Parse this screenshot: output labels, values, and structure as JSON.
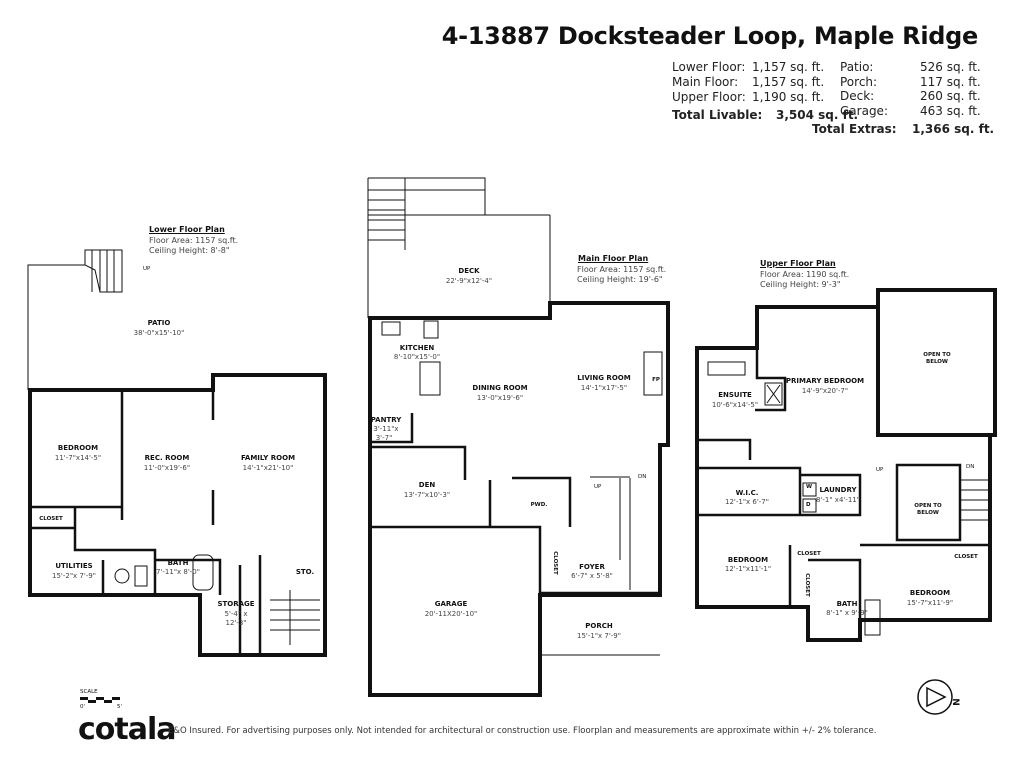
{
  "header": {
    "address": "4-13887 Docksteader Loop, Maple Ridge"
  },
  "areas": {
    "livable": [
      {
        "label": "Lower Floor:",
        "value": "1,157 sq. ft."
      },
      {
        "label": "Main Floor:",
        "value": "1,157 sq. ft."
      },
      {
        "label": "Upper Floor:",
        "value": "1,190 sq. ft."
      }
    ],
    "total_livable": {
      "label": "Total Livable:",
      "value": "3,504 sq. ft."
    },
    "extras": [
      {
        "label": "Patio:",
        "value": "526 sq. ft."
      },
      {
        "label": "Porch:",
        "value": "117 sq. ft."
      },
      {
        "label": "Deck:",
        "value": "260 sq. ft."
      },
      {
        "label": "Garage:",
        "value": "463 sq. ft."
      }
    ],
    "total_extras": {
      "label": "Total Extras:",
      "value": "1,366 sq. ft."
    }
  },
  "lower": {
    "title": "Lower Floor Plan",
    "area": "Floor Area: 1157 sq.ft.",
    "ceiling": "Ceiling Height: 8'-8\"",
    "rooms": [
      {
        "name": "PATIO",
        "dim": "38'-0\"x15'-10\""
      },
      {
        "name": "BEDROOM",
        "dim": "11'-7\"x14'-5\""
      },
      {
        "name": "REC. ROOM",
        "dim": "11'-0\"x19'-6\""
      },
      {
        "name": "FAMILY ROOM",
        "dim": "14'-1\"x21'-10\""
      },
      {
        "name": "CLOSET"
      },
      {
        "name": "UTILITIES",
        "dim": "15'-2\"x 7'-9\""
      },
      {
        "name": "BATH",
        "dim": "7'-11\"x 8'-0\""
      },
      {
        "name": "STORAGE",
        "dim": "5'-4\" x",
        "dim2": "12'-3\""
      },
      {
        "name": "STO."
      }
    ],
    "up": "UP"
  },
  "main": {
    "title": "Main Floor Plan",
    "area": "Floor Area: 1157 sq.ft.",
    "ceiling": "Ceiling Height: 19'-6\"",
    "rooms": [
      {
        "name": "DECK",
        "dim": "22'-9\"x12'-4\""
      },
      {
        "name": "KITCHEN",
        "dim": "8'-10\"x15'-0\""
      },
      {
        "name": "DINING ROOM",
        "dim": "13'-0\"x19'-6\""
      },
      {
        "name": "LIVING ROOM",
        "dim": "14'-1\"x17'-5\""
      },
      {
        "name": "PANTRY",
        "dim": "3'-11\"x",
        "dim2": "3'-7\""
      },
      {
        "name": "DEN",
        "dim": "13'-7\"x10'-3\""
      },
      {
        "name": "PWD."
      },
      {
        "name": "FOYER",
        "dim": "6'-7\" x 5'-8\""
      },
      {
        "name": "CLOSET"
      },
      {
        "name": "GARAGE",
        "dim": "20'-11X20'-10\""
      },
      {
        "name": "PORCH",
        "dim": "15'-1\"x 7'-9\""
      },
      {
        "name": "FP"
      }
    ],
    "up": "UP",
    "dn": "DN"
  },
  "upper": {
    "title": "Upper Floor Plan",
    "area": "Floor Area: 1190 sq.ft.",
    "ceiling": "Ceiling Height: 9'-3\"",
    "rooms": [
      {
        "name": "PRIMARY BEDROOM",
        "dim": "14'-9\"x20'-7\""
      },
      {
        "name": "OPEN TO",
        "dim": "BELOW"
      },
      {
        "name": "ENSUITE",
        "dim": "10'-6\"x14'-5\""
      },
      {
        "name": "W.I.C.",
        "dim": "12'-1\"x 6'-7\""
      },
      {
        "name": "LAUNDRY",
        "dim": "8'-1\" x4'-11\""
      },
      {
        "name": "OPEN TO",
        "dim": "BELOW"
      },
      {
        "name": "BEDROOM",
        "dim": "12'-1\"x11'-1\""
      },
      {
        "name": "CLOSET"
      },
      {
        "name": "CLOSET"
      },
      {
        "name": "CLOSET"
      },
      {
        "name": "BATH",
        "dim": "8'-1\" x 9'-9\""
      },
      {
        "name": "BEDROOM",
        "dim": "15'-7\"x11'-9\""
      }
    ],
    "washer": "W",
    "dryer": "D",
    "up": "UP",
    "dn": "DN"
  },
  "scale": {
    "label": "SCALE",
    "start": "0'",
    "end": "5'"
  },
  "compass": {
    "letter": "N"
  },
  "footer": {
    "brand": "cotala",
    "disclaimer": "E&O Insured. For advertising purposes only. Not intended for architectural or construction use. Floorplan and measurements are approximate within +/- 2% tolerance."
  }
}
